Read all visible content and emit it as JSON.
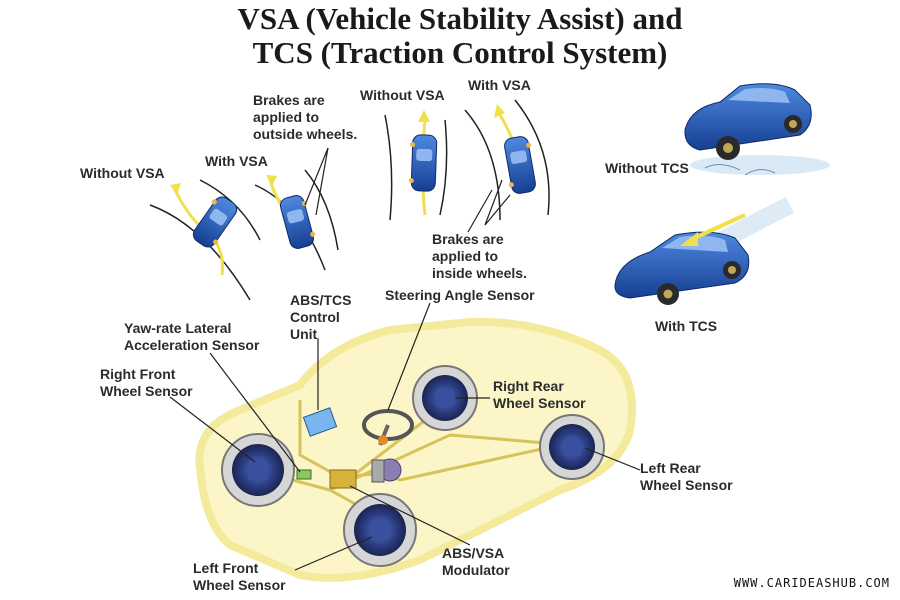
{
  "title": {
    "line1": "VSA (Vehicle Stability Assist) and",
    "line2": "TCS (Traction Control System)"
  },
  "vsa_scenarios": {
    "left_without_vsa": "Without VSA",
    "left_with_vsa": "With VSA",
    "outside_wheels_note": [
      "Brakes are",
      "applied to",
      "outside wheels."
    ],
    "right_without_vsa": "Without VSA",
    "right_with_vsa": "With VSA",
    "inside_wheels_note": [
      "Brakes are",
      "applied to",
      "inside wheels."
    ]
  },
  "tcs_scenarios": {
    "without_tcs": "Without TCS",
    "with_tcs": "With TCS"
  },
  "components": {
    "abs_tcs_control_unit": [
      "ABS/TCS",
      "Control",
      "Unit"
    ],
    "steering_angle_sensor": "Steering Angle Sensor",
    "yaw_rate_sensor": [
      "Yaw-rate Lateral",
      "Acceleration Sensor"
    ],
    "right_front_wheel_sensor": [
      "Right Front",
      "Wheel Sensor"
    ],
    "right_rear_wheel_sensor": [
      "Right Rear",
      "Wheel Sensor"
    ],
    "left_rear_wheel_sensor": [
      "Left Rear",
      "Wheel Sensor"
    ],
    "left_front_wheel_sensor": [
      "Left Front",
      "Wheel Sensor"
    ],
    "abs_vsa_modulator": [
      "ABS/VSA",
      "Modulator"
    ]
  },
  "watermark": "WWW.CARIDEASHUB.COM",
  "colors": {
    "car_blue": "#1f57b8",
    "lane_yellow": "#f3e27a",
    "body_outline": "#f4ea9c",
    "brake_line": "#d8c25a",
    "path_arrow": "#f0e04a"
  }
}
